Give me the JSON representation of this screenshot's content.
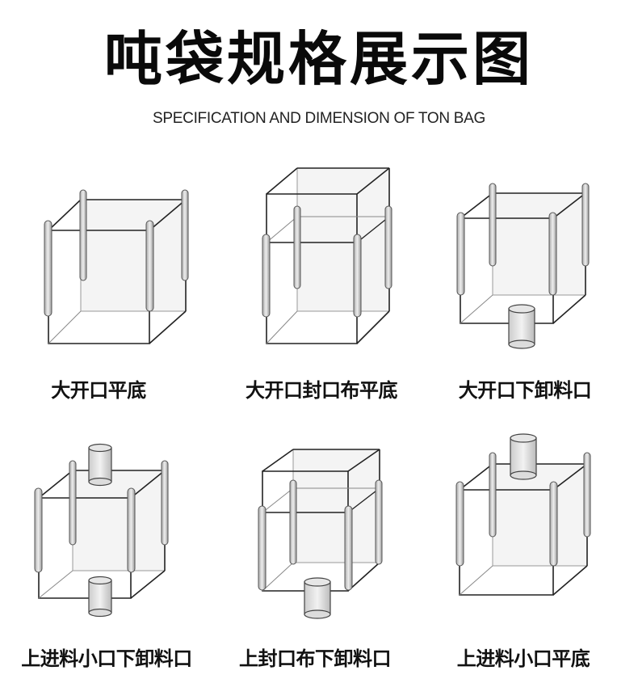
{
  "header": {
    "title": "吨袋规格展示图",
    "subtitle": "SPECIFICATION AND DIMENSION OF TON BAG"
  },
  "bags": [
    {
      "caption": "大开口平底",
      "type": "open-top-flat-bottom"
    },
    {
      "caption": "大开口封口布平底",
      "type": "open-top-skirt-flat-bottom"
    },
    {
      "caption": "大开口下卸料口",
      "type": "open-top-bottom-spout"
    },
    {
      "caption": "上进料小口下卸料口",
      "type": "top-spout-bottom-spout"
    },
    {
      "caption": "上封口布下卸料口",
      "type": "top-skirt-bottom-spout"
    },
    {
      "caption": "上进料小口平底",
      "type": "top-spout-flat-bottom"
    }
  ]
}
